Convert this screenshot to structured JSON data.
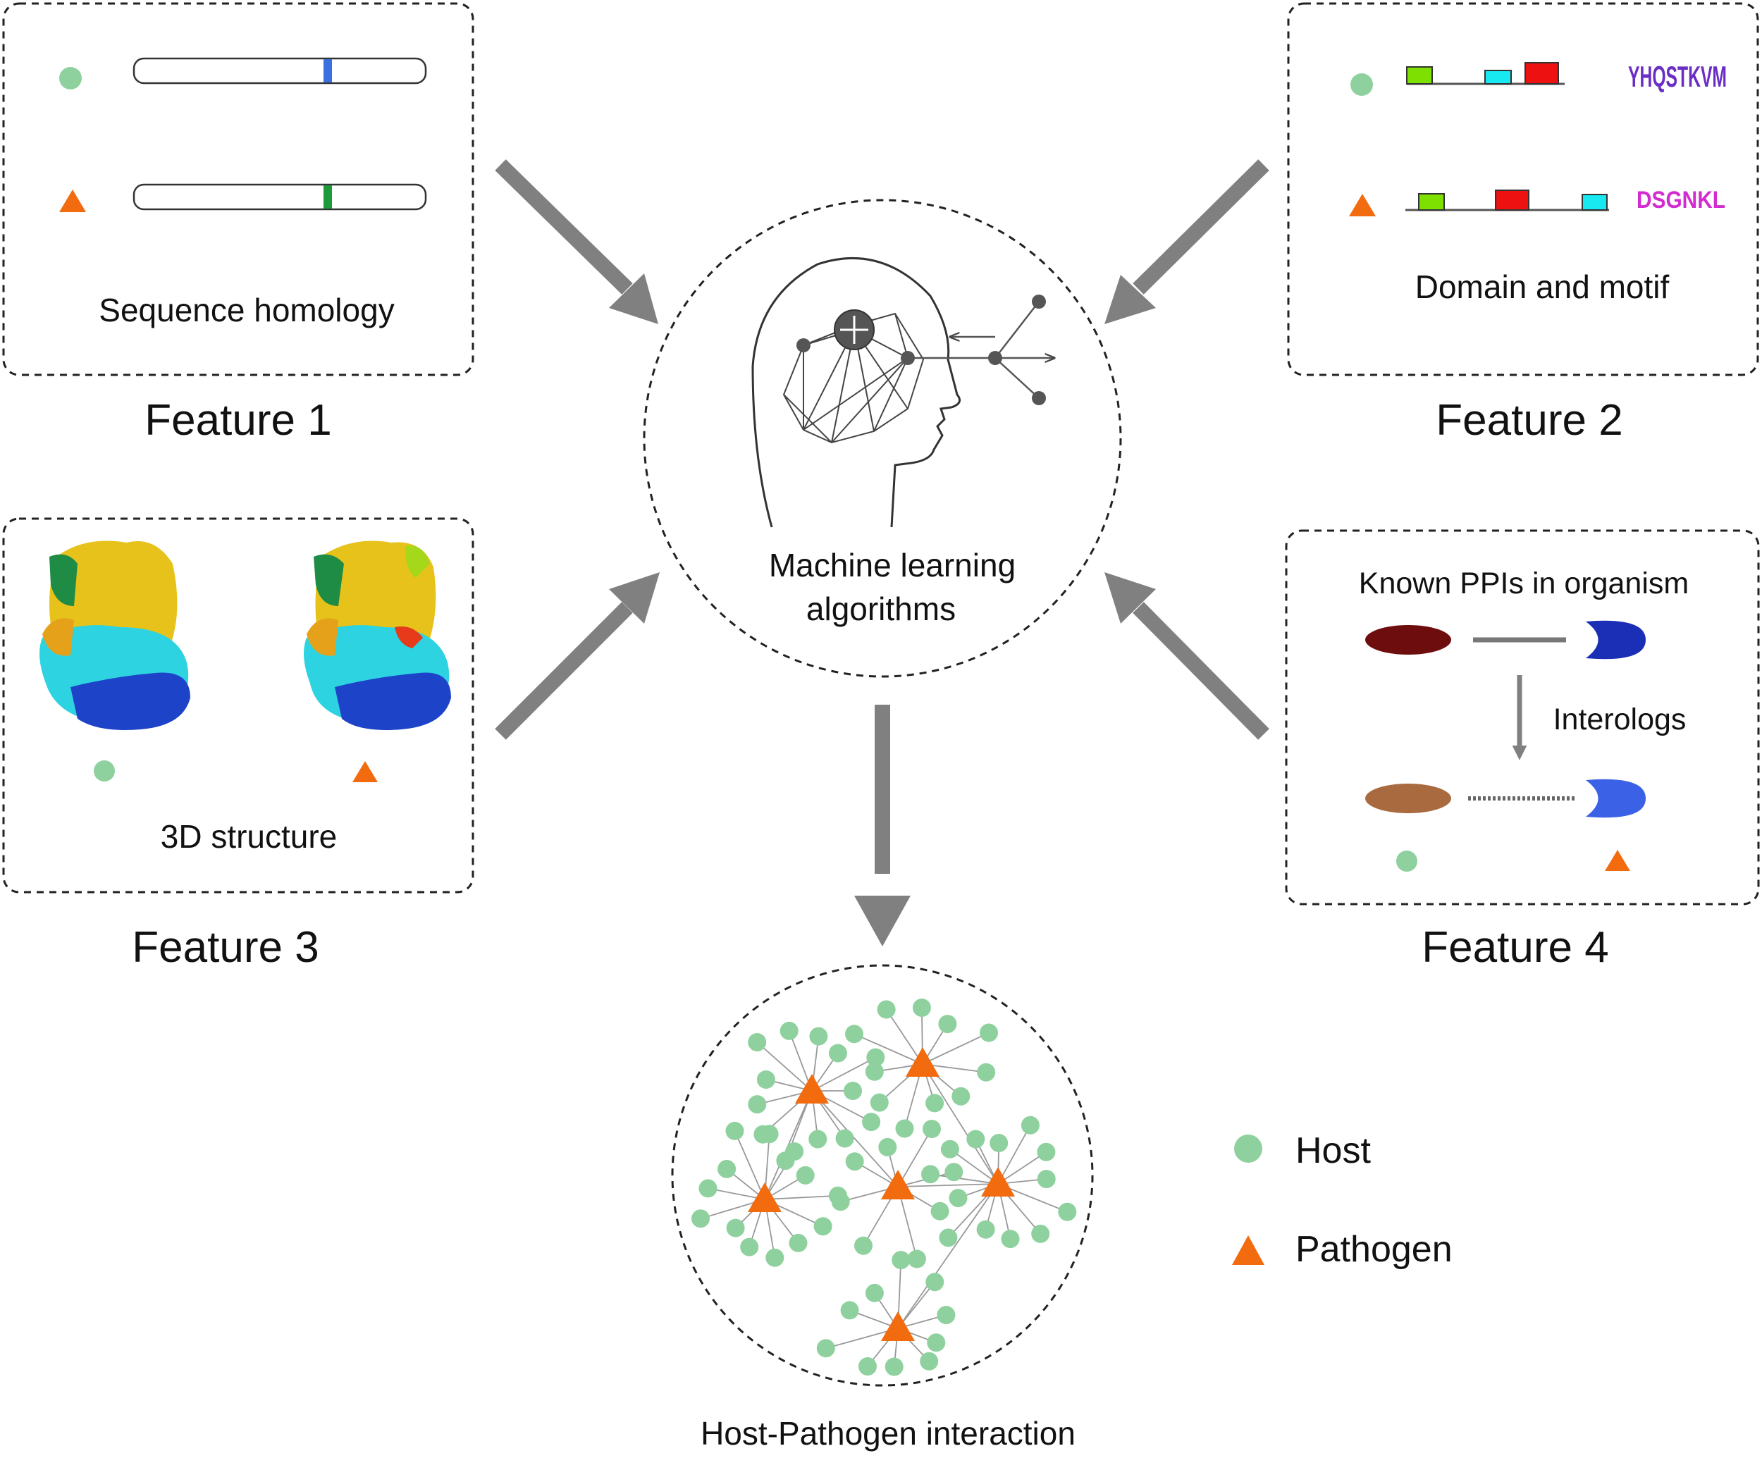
{
  "colors": {
    "host": "#8fd19e",
    "pathogen": "#f26b0f",
    "arrow": "#808080",
    "dash": "#222222"
  },
  "features": {
    "f1": {
      "title": "Feature 1",
      "caption": "Sequence homology"
    },
    "f2": {
      "title": "Feature 2",
      "caption": "Domain and motif",
      "motif_top": "YHQSTKVM",
      "motif_bottom": "DSGNKL"
    },
    "f3": {
      "title": "Feature 3",
      "caption": "3D structure"
    },
    "f4": {
      "title": "Feature 4",
      "caption": "Known PPIs in organism",
      "interologs": "Interologs"
    }
  },
  "center": {
    "line1": "Machine learning",
    "line2": "algorithms"
  },
  "network": {
    "caption": "Host-Pathogen interaction"
  },
  "legend": {
    "host": "Host",
    "pathogen": "Pathogen"
  }
}
